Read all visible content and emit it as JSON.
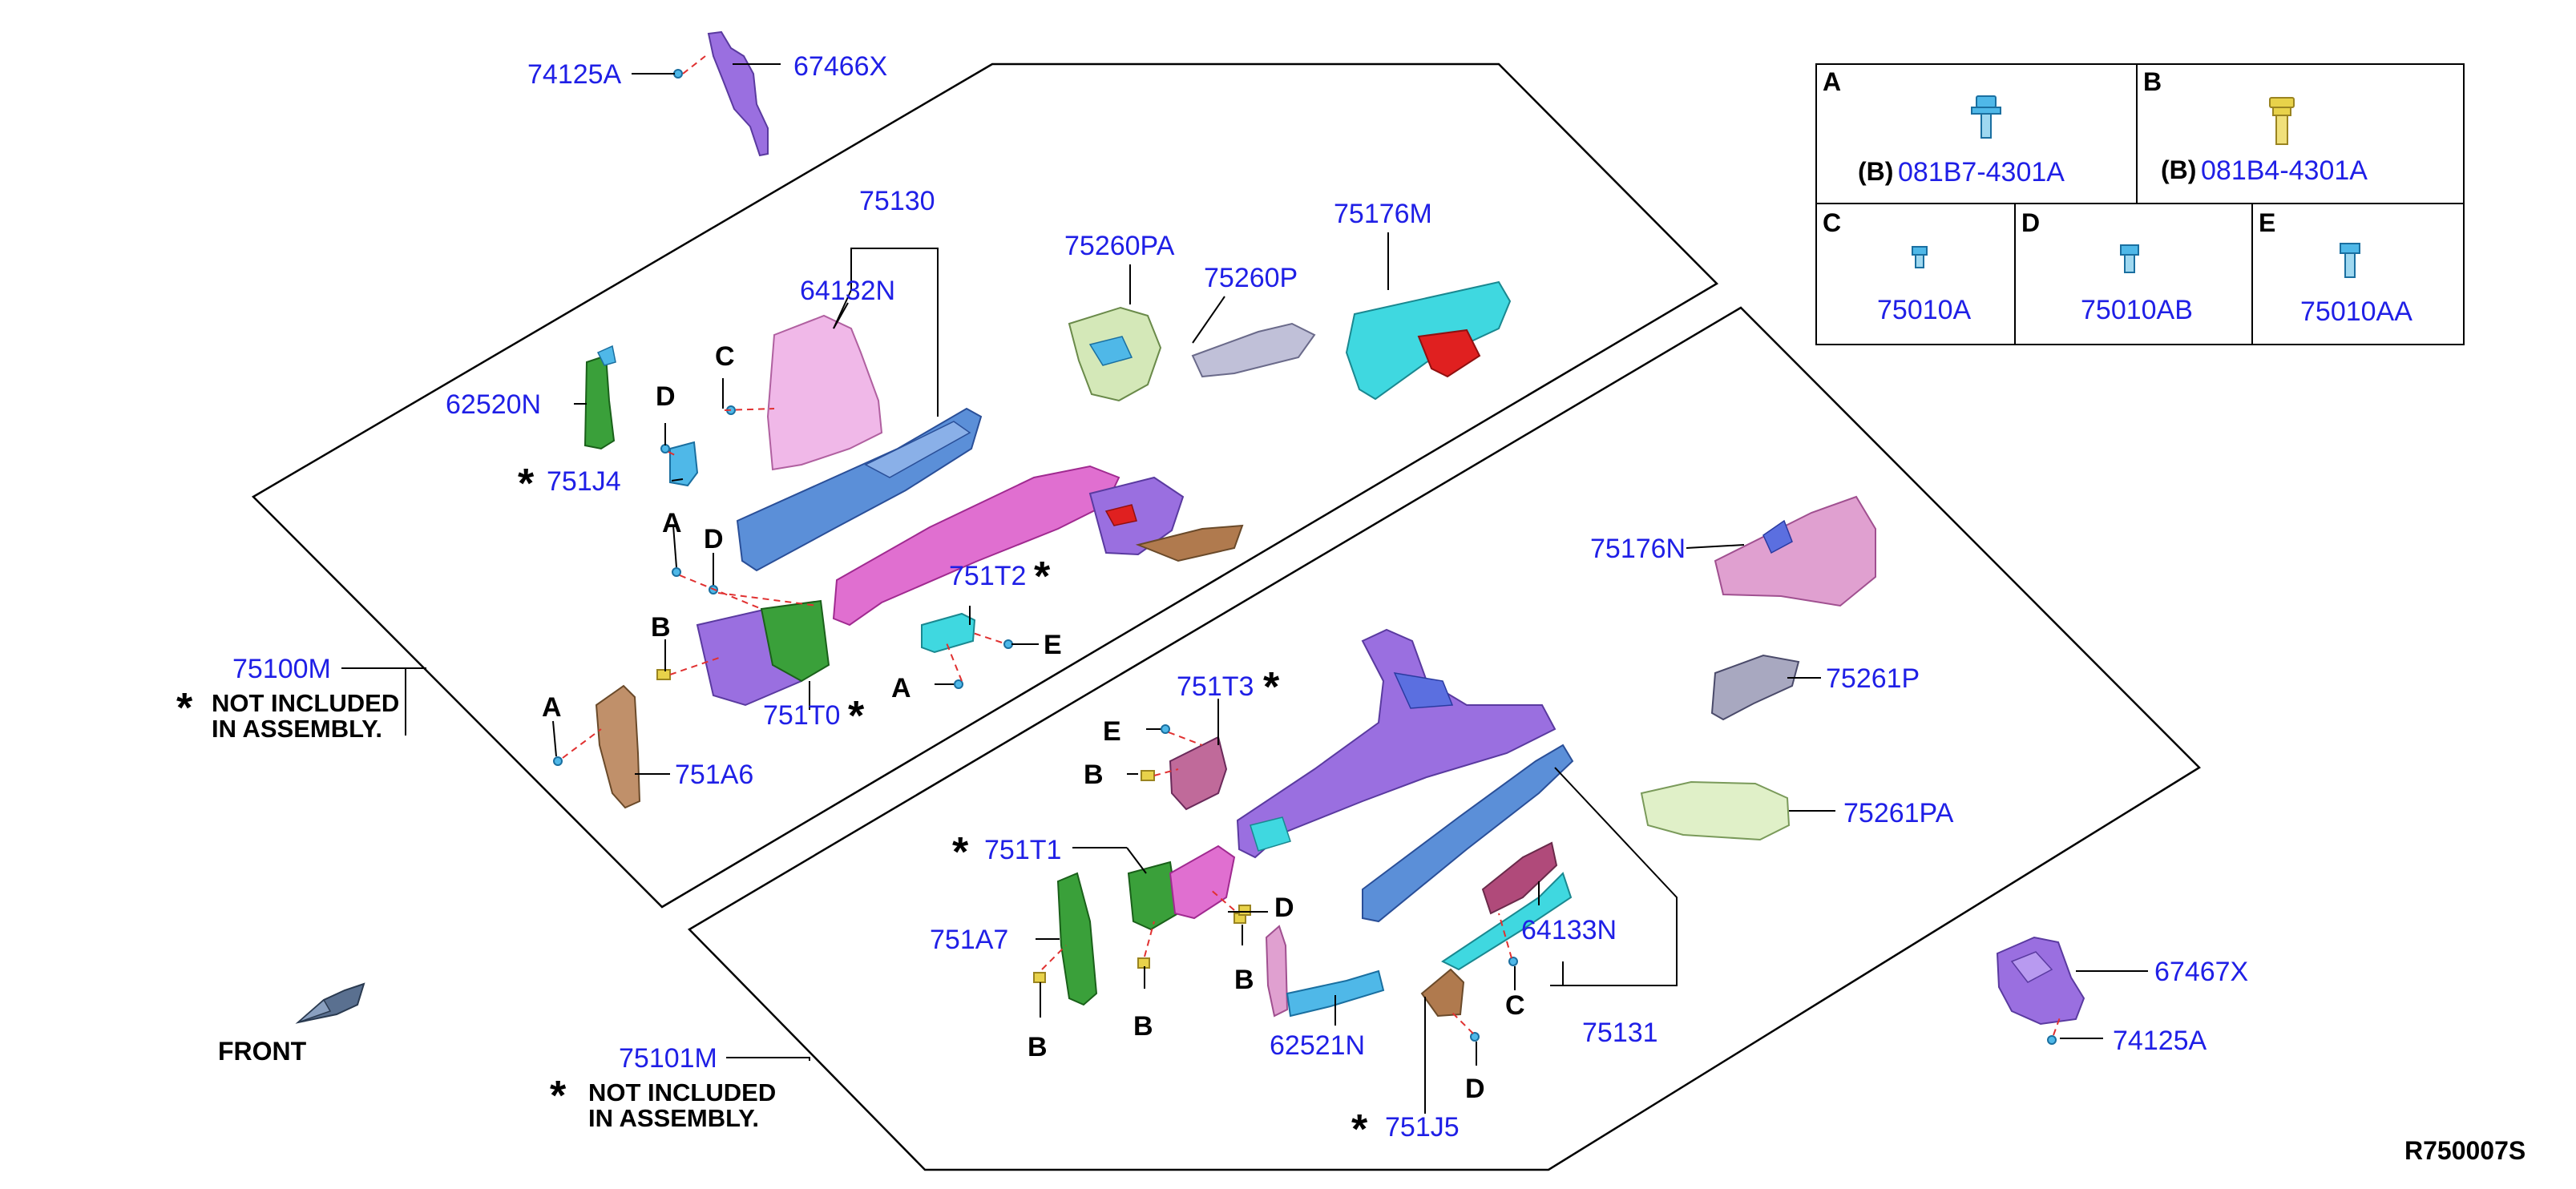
{
  "colors": {
    "part_number": "#1f1fe6",
    "leader_line": "#000000",
    "dashed_leader": "#e03030",
    "purple": "#9a6fe0",
    "pink": "#e06fd0",
    "blue": "#5b8fd8",
    "cyan": "#3fd8e0",
    "green": "#3aa03a",
    "tan": "#b07a4e",
    "light_green": "#d4e8b8",
    "gray": "#a8a8c0",
    "red": "#e02020",
    "yellow": "#e8d24a"
  },
  "top_assembly": {
    "assembly_number": "75100M",
    "note_star": "*",
    "note_text": "NOT INCLUDED\nIN ASSEMBLY.",
    "labels": {
      "p75130": "75130",
      "p64132N": "64132N",
      "p75260PA": "75260PA",
      "p75260P": "75260P",
      "p75176M": "75176M",
      "p62520N": "62520N",
      "p751J4": "751J4",
      "p751T2": "751T2",
      "p751T0": "751T0",
      "p751A6": "751A6"
    },
    "letters": {
      "C": "C",
      "D1": "D",
      "A1": "A",
      "D2": "D",
      "B": "B",
      "E": "E",
      "A2": "A",
      "A3": "A"
    },
    "stars": {
      "s751J4": "*",
      "s751T2": "*",
      "s751T0": "*"
    }
  },
  "bottom_assembly": {
    "assembly_number": "75101M",
    "note_star": "*",
    "note_text": "NOT INCLUDED\nIN ASSEMBLY.",
    "labels": {
      "p75176N": "75176N",
      "p75261P": "75261P",
      "p75261PA": "75261PA",
      "p751T3": "751T3",
      "p751T1": "751T1",
      "p751A7": "751A7",
      "p62521N": "62521N",
      "p64133N": "64133N",
      "p75131": "75131",
      "p751J5": "751J5"
    },
    "letters": {
      "E": "E",
      "B1": "B",
      "D1": "D",
      "B2": "B",
      "B3": "B",
      "B4": "B",
      "C": "C",
      "D2": "D"
    },
    "stars": {
      "s751T3": "*",
      "s751T1": "*",
      "s751J5": "*"
    }
  },
  "loose_parts": {
    "p74125A_top": "74125A",
    "p67466X": "67466X",
    "p67467X": "67467X",
    "p74125A_bottom": "74125A"
  },
  "fastener_key": {
    "A": {
      "letter": "A",
      "prefix": "(B)",
      "part": "081B7-4301A",
      "icon": "flange-bolt-icon",
      "color": "#4fb8e8"
    },
    "B": {
      "letter": "B",
      "prefix": "(B)",
      "part": "081B4-4301A",
      "icon": "flange-bolt-icon",
      "color": "#e8d24a"
    },
    "C": {
      "letter": "C",
      "part": "75010A",
      "icon": "small-bolt-icon",
      "color": "#4fb8e8"
    },
    "D": {
      "letter": "D",
      "part": "75010AB",
      "icon": "small-bolt-icon",
      "color": "#4fb8e8"
    },
    "E": {
      "letter": "E",
      "part": "75010AA",
      "icon": "small-bolt-icon",
      "color": "#4fb8e8"
    }
  },
  "front_label": "FRONT",
  "front_icon": "front-arrow-icon",
  "diagram_ref": "R750007S"
}
